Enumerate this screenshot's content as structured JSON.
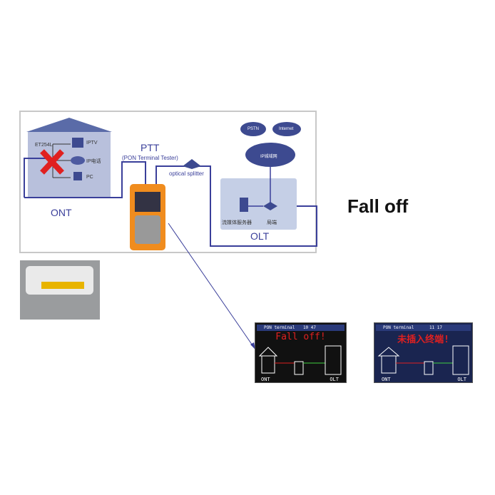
{
  "title": "Fall off",
  "diagram": {
    "home_device": "ET254L",
    "iptv": "IPTV",
    "ip_phone": "IP电话",
    "pc": "PC",
    "ont": "ONT",
    "ptt": "PTT",
    "ptt_full": "(PON Terminal Tester)",
    "splitter": "optical splitter",
    "pstn": "PSTN",
    "internet": "Internet",
    "metro": "IP城域网",
    "media_server": "流媒体服务器",
    "central_office": "局端",
    "olt": "OLT"
  },
  "screens": [
    {
      "header": "PON terminal",
      "time": "10 47",
      "message": "Fall off!",
      "left": "ONT",
      "right": "OLT",
      "bg": "#111111"
    },
    {
      "header": "PON terminal",
      "time": "11 17",
      "message": "未插入终端!",
      "left": "ONT",
      "right": "OLT",
      "bg": "#1a2550"
    }
  ]
}
